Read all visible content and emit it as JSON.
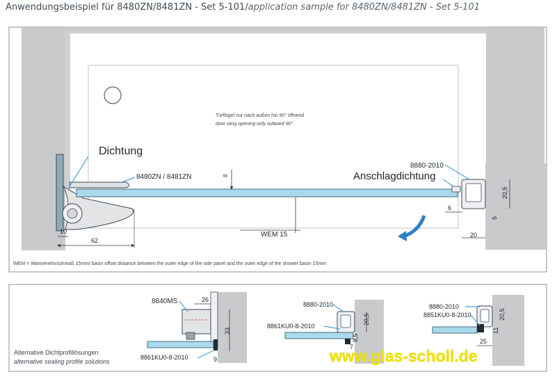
{
  "header": {
    "title_de": "Anwendungsbeispiel für 8480ZN/8481ZN - Set 5-101",
    "separator": "/",
    "title_en": "application sample for 8480ZN/8481ZN - Set 5-101"
  },
  "top_diagram": {
    "note_de": "Türflügel nur nach außen hin 90° öffnend",
    "note_en": "door wing opening only outward 90°",
    "label_dichtung": "Dichtung",
    "label_hinge": "8480ZN / 8481ZN",
    "label_profile": "8880-2010",
    "label_anschlag": "Anschlagdichtung",
    "label_wem": "WEM 15",
    "dims": {
      "d8": "8",
      "d10": "10",
      "d62": "62",
      "d6a": "6",
      "d6b": "6",
      "d20": "20",
      "d205": "20,5"
    },
    "footnote": "WEM = Wannenelnrückmaß 15mm/ basin offset distance between the outer edge of the side panel and the outer edge of the shower basin 15mm"
  },
  "bottom_panel": {
    "title_de": "Alternative Dichtprofillösungen",
    "title_en": "alternative sealing profile solutions",
    "detail1": {
      "part": "8840MS",
      "seal": "8861KU0-8-2010",
      "d26": "26",
      "d33": "33",
      "d9": "9"
    },
    "detail2": {
      "profile": "8880-2010",
      "seal": "8861KU0-8-2010",
      "d205": "20,5",
      "d85": "8,5",
      "d7": "7"
    },
    "detail3": {
      "profile": "8880-2010",
      "seal": "8851KU0-8-2010",
      "d205": "20,5",
      "d11": "11",
      "d25": "25"
    },
    "watermark": "www.glas-scholl.de"
  },
  "colors": {
    "wall": "#c9cacc",
    "glass": "#a9d9ec",
    "line": "#2f3a44",
    "leader": "#4aa3d8",
    "watermark": "#f3e600"
  }
}
